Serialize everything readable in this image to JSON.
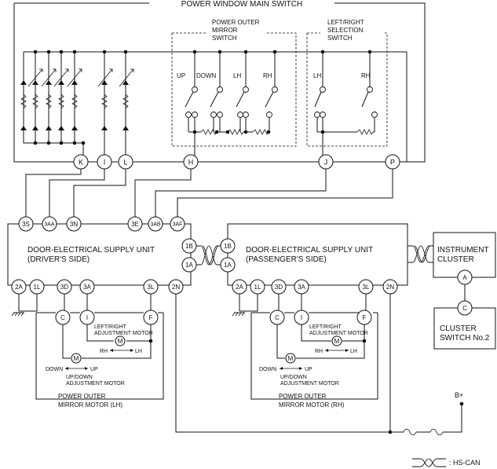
{
  "title": "POWER WINDOW MAIN SWITCH",
  "mirror_switch": {
    "label_1": "POWER OUTER",
    "label_2": "MIRROR",
    "label_3": "SWITCH",
    "up": "UP",
    "down": "DOWN",
    "lh": "LH",
    "rh": "RH"
  },
  "selection_switch": {
    "label_1": "LEFT/RIGHT",
    "label_2": "SELECTION",
    "label_3": "SWITCH",
    "lh": "LH",
    "rh": "RH"
  },
  "main_terminals": [
    "K",
    "I",
    "L",
    "H",
    "J",
    "P"
  ],
  "driver_unit": {
    "label_1": "DOOR-ELECTRICAL SUPPLY UNIT",
    "label_2": "(DRIVER'S SIDE)",
    "top_terminals": [
      "3S",
      "3AA",
      "3N",
      "3E",
      "3AB",
      "3AF"
    ],
    "right_terminals": [
      "1B",
      "1A"
    ],
    "bottom_terminals": [
      "2A",
      "1L",
      "3D",
      "3A",
      "3L",
      "2N"
    ]
  },
  "passenger_unit": {
    "label_1": "DOOR-ELECTRICAL SUPPLY UNIT",
    "label_2": "(PASSENGER'S SIDE)",
    "left_terminals": [
      "1B",
      "1A"
    ],
    "bottom_terminals": [
      "2A",
      "1L",
      "3D",
      "3A",
      "3L",
      "2N"
    ]
  },
  "mirror_motor_lh": {
    "terminals": [
      "C",
      "I",
      "F"
    ],
    "lr_motor_1": "LEFT/RIGHT",
    "lr_motor_2": "ADJUSTMENT MOTOR",
    "rh": "RH",
    "lh": "LH",
    "down": "DOWN",
    "up": "UP",
    "ud_motor_1": "UP/DOWN",
    "ud_motor_2": "ADJUSTMENT MOTOR",
    "name_1": "POWER OUTER",
    "name_2": "MIRROR MOTOR (LH)"
  },
  "mirror_motor_rh": {
    "terminals": [
      "C",
      "I",
      "F"
    ],
    "lr_motor_1": "LEFT/RIGHT",
    "lr_motor_2": "ADJUSTMENT MOTOR",
    "rh": "RH",
    "lh": "LH",
    "down": "DOWN",
    "up": "UP",
    "ud_motor_1": "UP/DOWN",
    "ud_motor_2": "ADJUSTMENT MOTOR",
    "name_1": "POWER OUTER",
    "name_2": "MIRROR MOTOR (RH)"
  },
  "instrument_cluster": {
    "label_1": "INSTRUMENT",
    "label_2": "CLUSTER",
    "terminal": "A"
  },
  "cluster_switch": {
    "label_1": "CLUSTER",
    "label_2": "SWITCH No.2",
    "terminal": "C"
  },
  "motor_symbol": "M",
  "battery": "B+",
  "legend": ": HS-CAN"
}
